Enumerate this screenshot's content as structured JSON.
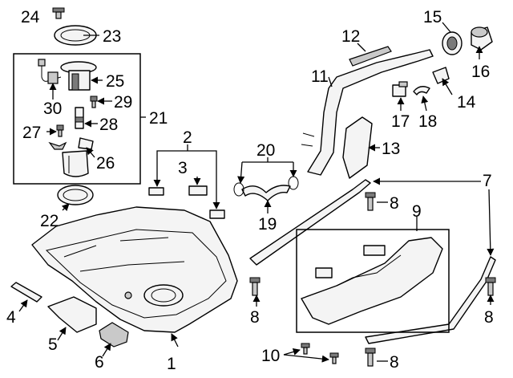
{
  "diagram": {
    "callouts": [
      "1",
      "2",
      "3",
      "4",
      "5",
      "6",
      "7",
      "8",
      "8",
      "8",
      "8",
      "9",
      "10",
      "11",
      "12",
      "13",
      "14",
      "15",
      "16",
      "17",
      "18",
      "19",
      "20",
      "21",
      "22",
      "23",
      "24",
      "25",
      "26",
      "27",
      "28",
      "29",
      "30"
    ]
  }
}
